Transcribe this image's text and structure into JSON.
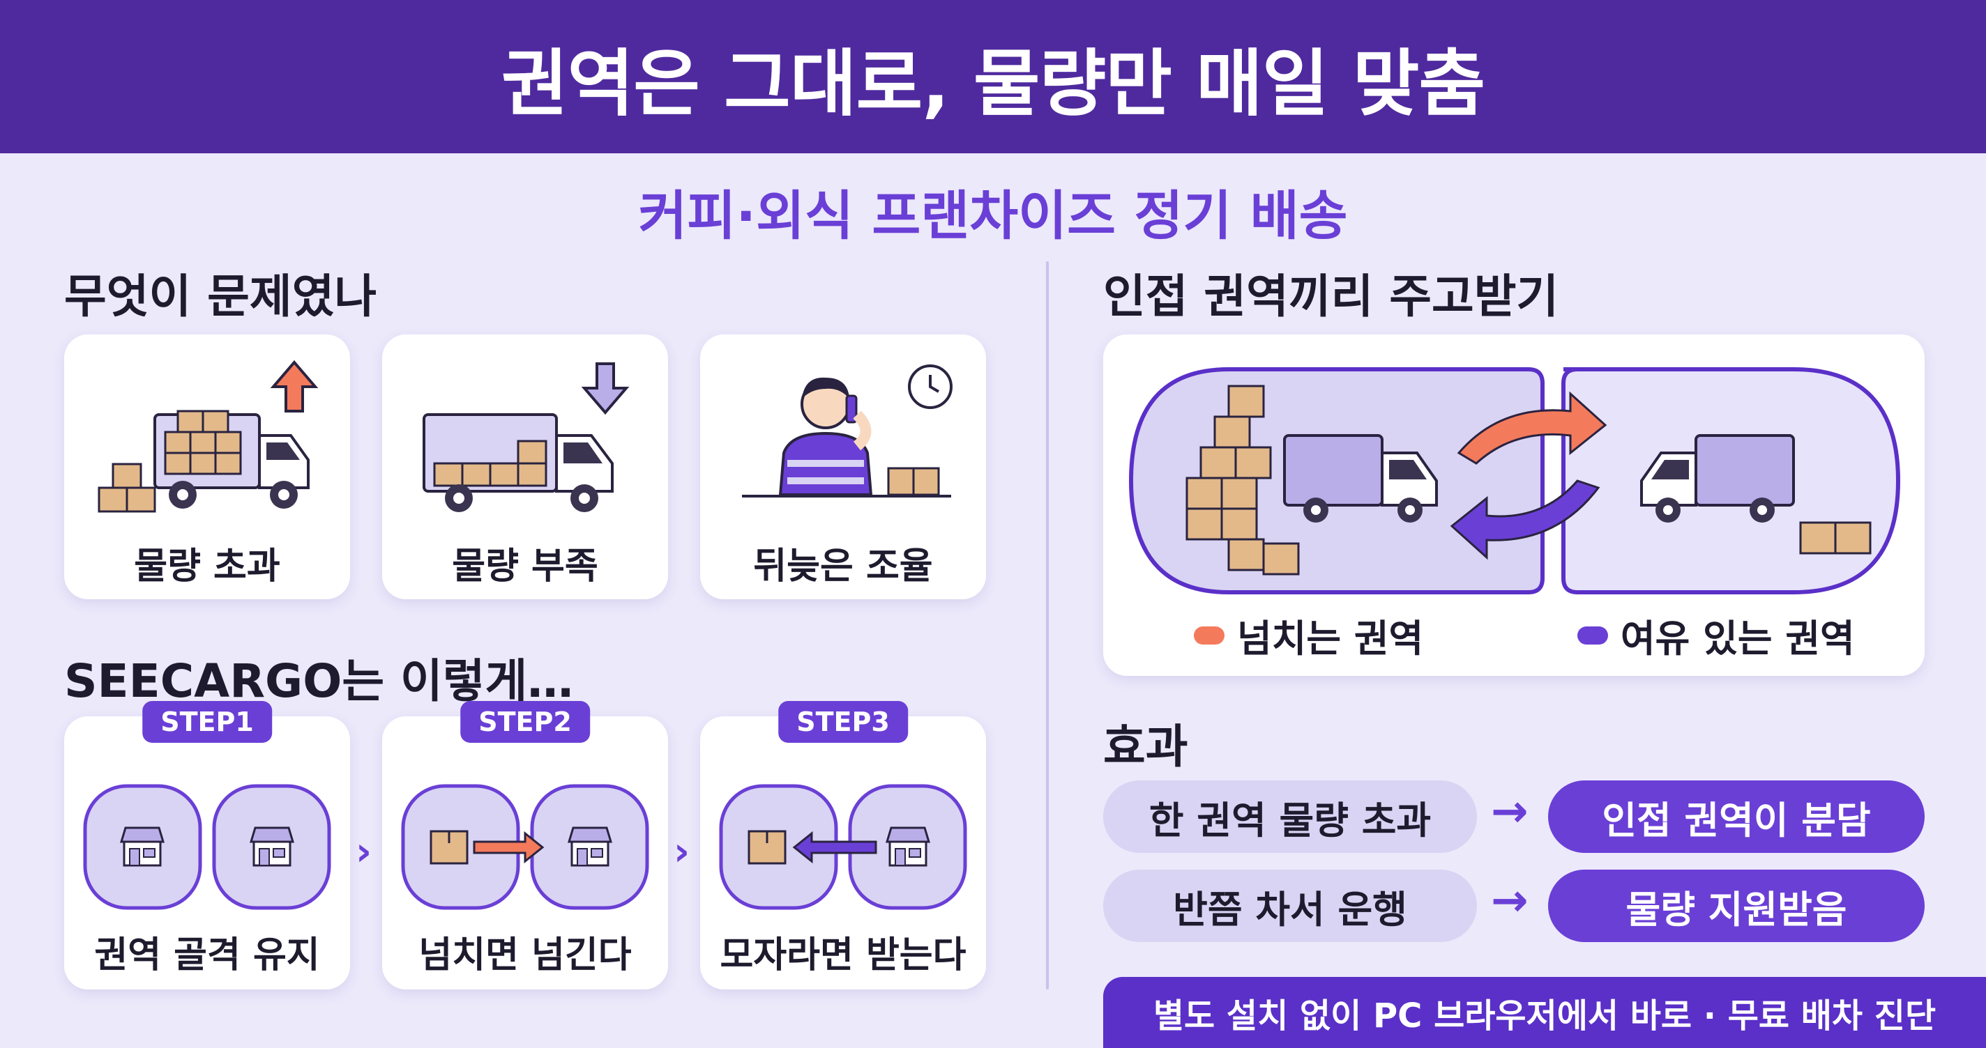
{
  "header": {
    "title": "권역은 그대로, 물량만 매일 맞춤"
  },
  "subtitle": "커피·외식 프랜차이즈 정기 배송",
  "problems": {
    "title": "무엇이 문제였나",
    "cards": [
      {
        "label": "물량 초과",
        "icon": "overloaded-truck-icon"
      },
      {
        "label": "물량 부족",
        "icon": "underloaded-truck-icon"
      },
      {
        "label": "뒤늦은 조율",
        "icon": "worker-on-phone-icon"
      }
    ]
  },
  "solution": {
    "title": "SEECARGO는 이렇게…",
    "steps": [
      {
        "badge": "STEP1",
        "label": "권역 골격 유지"
      },
      {
        "badge": "STEP2",
        "label": "넘치면 넘긴다"
      },
      {
        "badge": "STEP3",
        "label": "모자라면 받는다"
      }
    ]
  },
  "exchange": {
    "title": "인접 권역끼리 주고받기",
    "legend": [
      {
        "label": "넘치는 권역",
        "color": "#F47A5C"
      },
      {
        "label": "여유 있는 권역",
        "color": "#6A3FD6"
      }
    ]
  },
  "effects": {
    "title": "효과",
    "rows": [
      {
        "cause": "한 권역 물량 초과",
        "result": "인접 권역이 분담"
      },
      {
        "cause": "반쯤 차서 운행",
        "result": "물량 지원받음"
      }
    ]
  },
  "footer": {
    "text": "별도 설치 없이 PC 브라우저에서 바로 · 무료 배차 진단"
  },
  "colors": {
    "header_bg": "#4F2A9E",
    "accent_purple": "#6A3FD6",
    "accent_orange": "#F47A5C",
    "page_bg": "#ECE9FB",
    "box_brown": "#E3B98A"
  }
}
